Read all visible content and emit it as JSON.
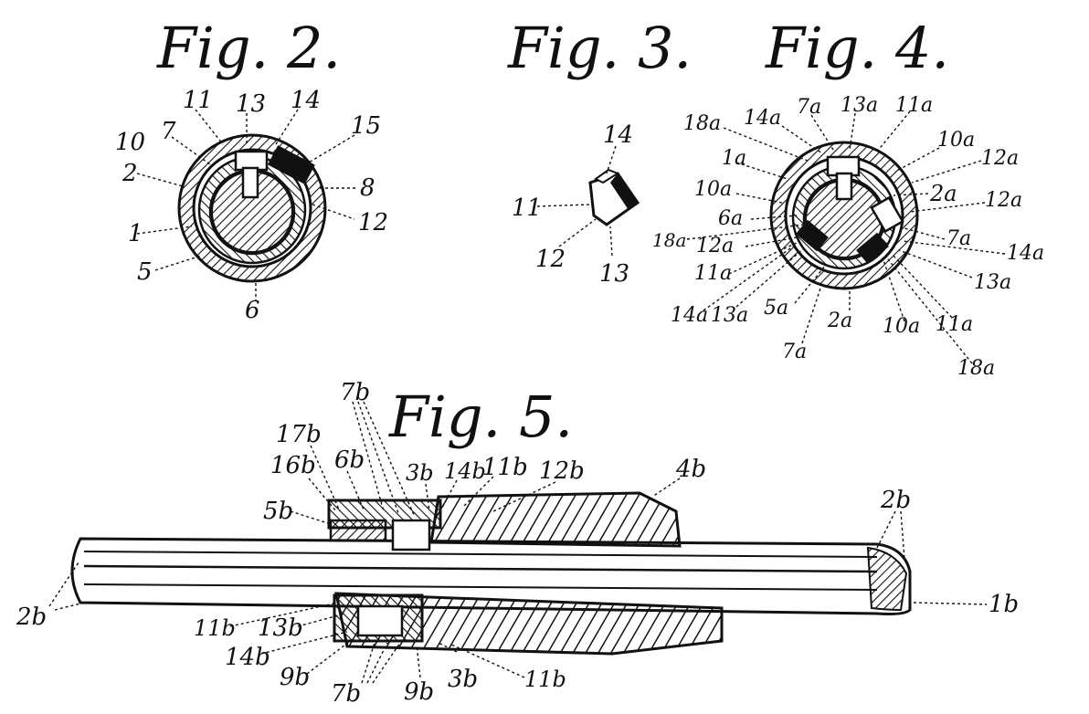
{
  "figures": {
    "fig2": {
      "title": "Fig. 2.",
      "labels": [
        "11",
        "13",
        "14",
        "15",
        "10",
        "7",
        "2",
        "8",
        "12",
        "1",
        "5",
        "6"
      ]
    },
    "fig3": {
      "title": "Fig. 3.",
      "labels": [
        "14",
        "11",
        "12",
        "13"
      ]
    },
    "fig4": {
      "title": "Fig. 4.",
      "labels": [
        "18a",
        "14a",
        "7a",
        "13a",
        "11a",
        "10a",
        "12a",
        "1a",
        "2a",
        "12a",
        "10a",
        "6a",
        "7a",
        "18a",
        "12a",
        "14a",
        "11a",
        "13a",
        "14a",
        "13a",
        "5a",
        "2a",
        "10a",
        "11a",
        "7a",
        "18a"
      ]
    },
    "fig5": {
      "title": "Fig. 5.",
      "labels": [
        "7b",
        "17b",
        "6b",
        "3b",
        "14b",
        "11b",
        "12b",
        "4b",
        "16b",
        "5b",
        "2b",
        "2b",
        "1b",
        "11b",
        "13b",
        "14b",
        "9b",
        "7b",
        "9b",
        "3b",
        "11b"
      ]
    }
  }
}
